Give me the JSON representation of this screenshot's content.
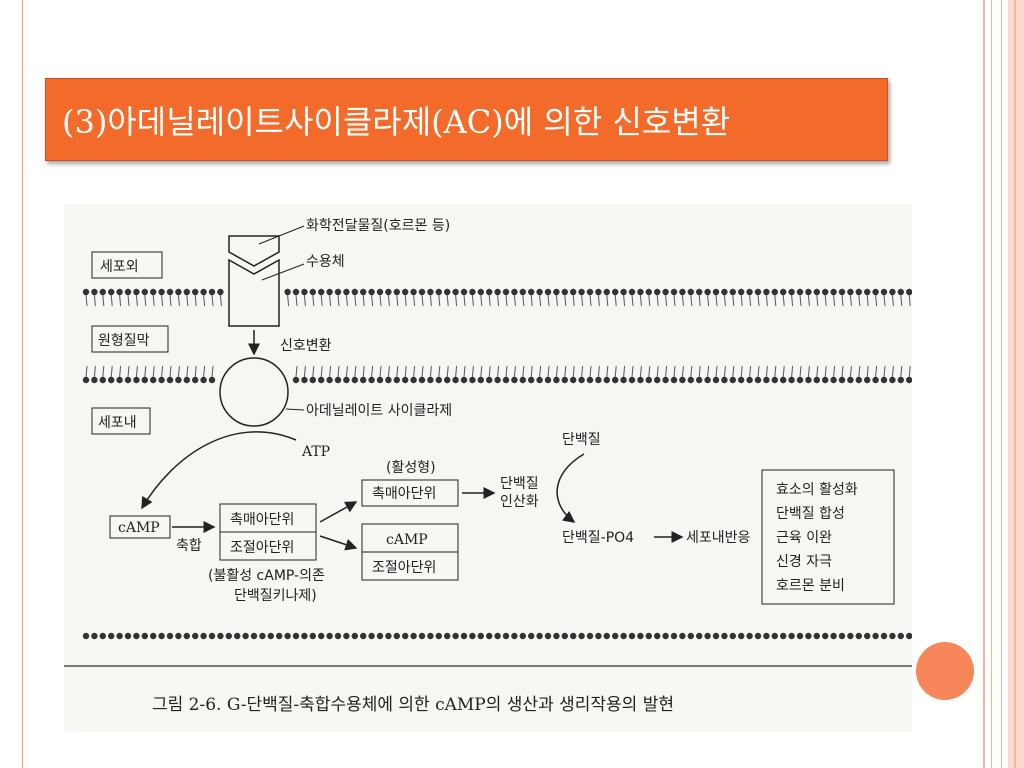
{
  "slide": {
    "title": "(3)아데닐레이트사이클라제(AC)에 의한 신호변환"
  },
  "diagram": {
    "regions": {
      "outside": "세포외",
      "membrane": "원형질막",
      "inside": "세포내"
    },
    "labels": {
      "messenger": "화학전달물질(호르몬 등)",
      "receptor": "수용체",
      "transduction": "신호변환",
      "enzyme": "아데닐레이트 사이클라제",
      "atp": "ATP",
      "camp": "cAMP",
      "binding": "축합",
      "inactive_kinase_line1": "(불활성 cAMP-의존",
      "inactive_kinase_line2": "단백질키나제)",
      "catalytic_unit": "촉매아단위",
      "regulatory_unit": "조절아단위",
      "active_form": "(활성형)",
      "active_catalytic": "촉매아단위",
      "bound_camp": "cAMP",
      "bound_regulatory": "조절아단위",
      "protein": "단백질",
      "phosphorylation_line1": "단백질",
      "phosphorylation_line2": "인산화",
      "phosphoprotein": "단백질-PO4",
      "cell_response": "세포내반응",
      "responses": [
        "효소의 활성화",
        "단백질 합성",
        "근육 이완",
        "신경 자극",
        "호르몬 분비"
      ]
    },
    "caption": "그림 2-6. G-단백질-축합수용체에 의한 cAMP의 생산과 생리작용의 발현"
  },
  "colors": {
    "title_bg": "#f26b2b",
    "accent_dot": "#f7875a",
    "frame": "#f6b49a"
  }
}
